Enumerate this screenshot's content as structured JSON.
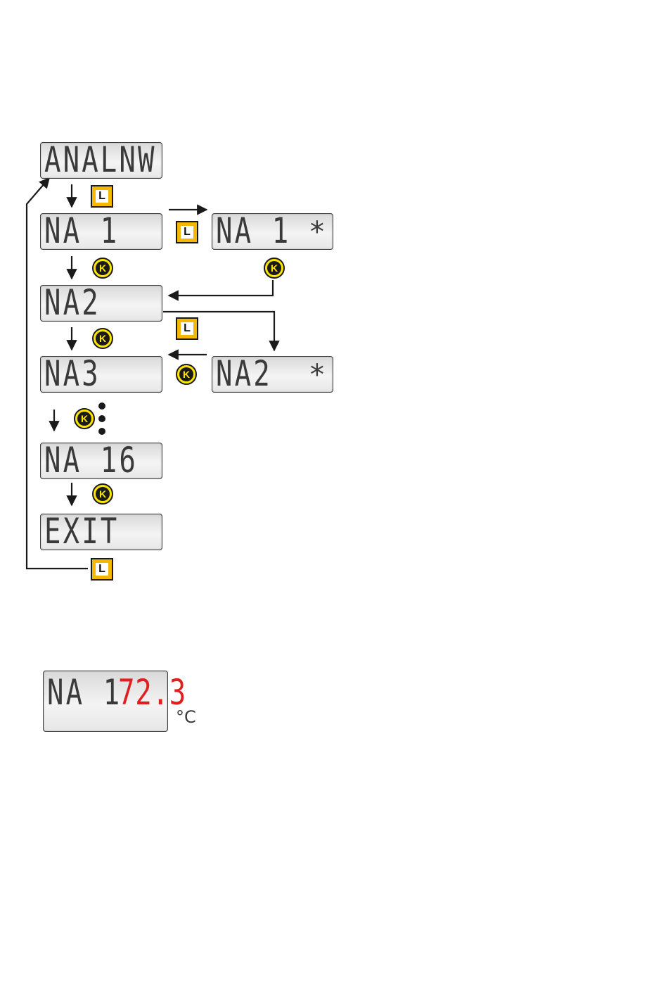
{
  "menu": {
    "analnw": "ANALNW",
    "na1": "NA 1",
    "na2": "NA2",
    "na3": "NA3",
    "na16": "NA 16",
    "exit": "EXIT"
  },
  "edit": {
    "na1": "NA 1",
    "na2": "NA2",
    "marker": "*"
  },
  "keys": {
    "l": "L",
    "k": "K"
  },
  "reading": {
    "label": "NA 1",
    "value": "72.3",
    "unit": "°C"
  },
  "colors": {
    "key_l_fill": "#f5b800",
    "key_k_fill": "#ffe600",
    "value_red": "#e02020"
  }
}
